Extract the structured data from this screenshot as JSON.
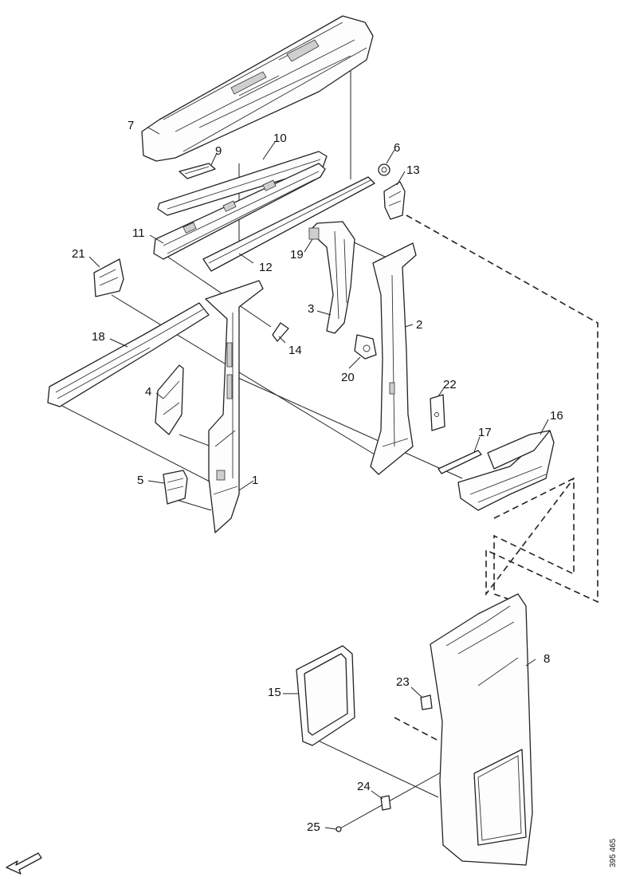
{
  "callouts": [
    {
      "id": "c1",
      "text": "1"
    },
    {
      "id": "c2",
      "text": "2"
    },
    {
      "id": "c3",
      "text": "3"
    },
    {
      "id": "c4",
      "text": "4"
    },
    {
      "id": "c5",
      "text": "5"
    },
    {
      "id": "c6",
      "text": "6"
    },
    {
      "id": "c7",
      "text": "7"
    },
    {
      "id": "c8",
      "text": "8"
    },
    {
      "id": "c9",
      "text": "9"
    },
    {
      "id": "c10",
      "text": "10"
    },
    {
      "id": "c11",
      "text": "11"
    },
    {
      "id": "c12",
      "text": "12"
    },
    {
      "id": "c13",
      "text": "13"
    },
    {
      "id": "c14",
      "text": "14"
    },
    {
      "id": "c15",
      "text": "15"
    },
    {
      "id": "c16",
      "text": "16"
    },
    {
      "id": "c17",
      "text": "17"
    },
    {
      "id": "c18",
      "text": "18"
    },
    {
      "id": "c19",
      "text": "19"
    },
    {
      "id": "c20",
      "text": "20"
    },
    {
      "id": "c21",
      "text": "21"
    },
    {
      "id": "c22",
      "text": "22"
    },
    {
      "id": "c23",
      "text": "23"
    },
    {
      "id": "c24",
      "text": "24"
    },
    {
      "id": "c25",
      "text": "25"
    }
  ],
  "drawing_ref": "395 465"
}
